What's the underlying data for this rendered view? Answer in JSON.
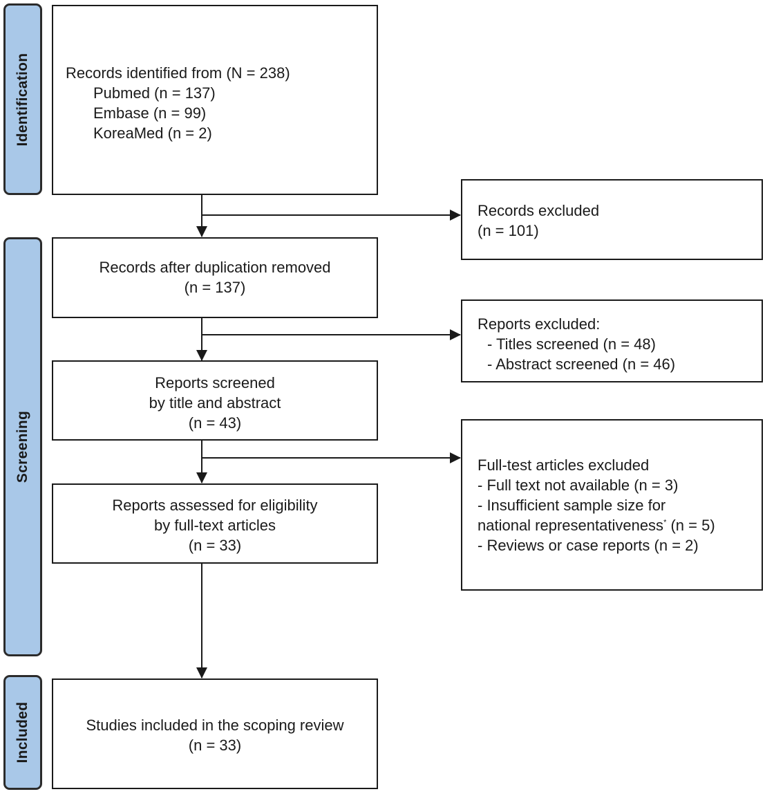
{
  "phases": {
    "identification": "Identification",
    "screening": "Screening",
    "included": "Included"
  },
  "records_identified": {
    "title": "Records identified from (N = 238)",
    "sources": [
      "Pubmed (n = 137)",
      "Embase (n = 99)",
      "KoreaMed (n = 2)"
    ]
  },
  "records_excluded": {
    "title": "Records excluded",
    "count": "(n = 101)"
  },
  "records_after_dup": {
    "title": "Records after duplication removed",
    "count": "(n = 137)"
  },
  "reports_excluded": {
    "title": "Reports excluded:",
    "items": [
      "- Titles screened (n = 48)",
      "- Abstract screened (n = 46)"
    ]
  },
  "reports_screened": {
    "line1": "Reports screened",
    "line2": "by title and abstract",
    "count": "(n = 43)"
  },
  "fulltext_excluded": {
    "title": "Full-test articles excluded",
    "item1": "- Full text not available (n = 3)",
    "item2a": "- Insufficient sample size for",
    "item2b_pre": "national representativeness",
    "item2b_sup": "*",
    "item2b_post": " (n = 5)",
    "item3": "- Reviews or case reports (n = 2)"
  },
  "reports_assessed": {
    "line1": "Reports assessed for eligibility",
    "line2": "by full-text articles",
    "count": "(n = 33)"
  },
  "studies_included": {
    "title": "Studies included in the scoping review",
    "count": "(n = 33)"
  }
}
